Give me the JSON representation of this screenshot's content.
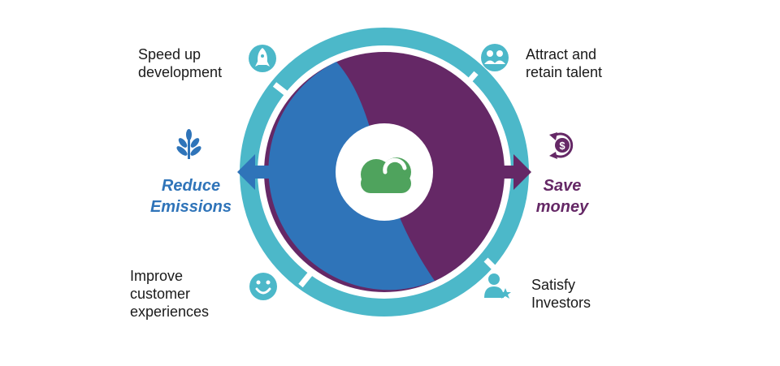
{
  "benefits": {
    "speed": "Speed up\ndevelopment",
    "talent": "Attract and\nretain talent",
    "customer": "Improve\ncustomer\nexperiences",
    "investors": "Satisfy\nInvestors"
  },
  "outcomes": {
    "reduce": "Reduce\nEmissions",
    "save": "Save\nmoney"
  },
  "icons": {
    "speed": "rocket-icon",
    "talent": "people-icon",
    "customer": "smiley-icon",
    "investors": "investor-star-icon",
    "reduce": "leaf-sprout-icon",
    "save": "money-cycle-icon",
    "center": "cloud-icon"
  },
  "colors": {
    "teal": "#4cb8c9",
    "blue": "#2f74b9",
    "purple": "#652866",
    "green": "#4fa35d"
  }
}
